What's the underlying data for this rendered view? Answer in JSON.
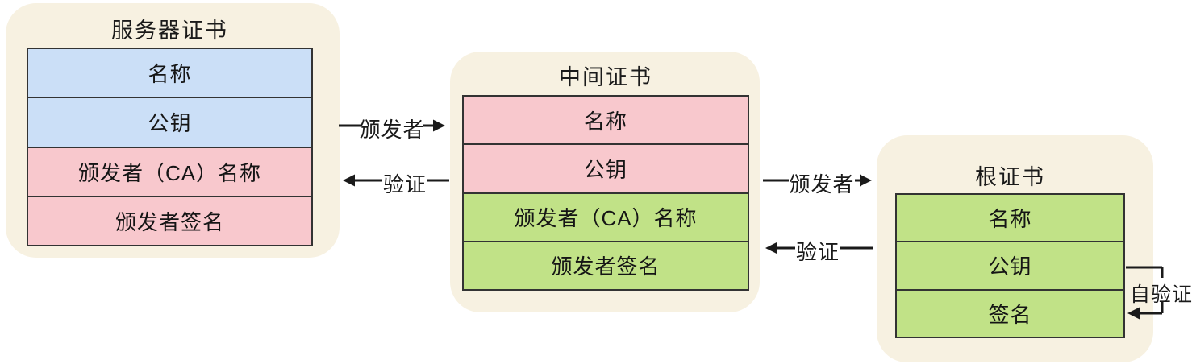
{
  "palette": {
    "page_bg": "#ffffff",
    "card_bg": "#f7f1e1",
    "blue": "#cbdff7",
    "pink": "#f8c8cd",
    "green": "#c1e287",
    "border": "#333333",
    "line": "#1a1a1a",
    "text": "#1a1a1a"
  },
  "cards": {
    "server": {
      "title": "服务器证书",
      "rows": [
        {
          "label": "名称",
          "color": "blue"
        },
        {
          "label": "公钥",
          "color": "blue"
        },
        {
          "label": "颁发者（CA）名称",
          "color": "pink"
        },
        {
          "label": "颁发者签名",
          "color": "pink"
        }
      ]
    },
    "intermediate": {
      "title": "中间证书",
      "rows": [
        {
          "label": "名称",
          "color": "pink"
        },
        {
          "label": "公钥",
          "color": "pink"
        },
        {
          "label": "颁发者（CA）名称",
          "color": "green"
        },
        {
          "label": "颁发者签名",
          "color": "green"
        }
      ]
    },
    "root": {
      "title": "根证书",
      "rows": [
        {
          "label": "名称",
          "color": "green"
        },
        {
          "label": "公钥",
          "color": "green"
        },
        {
          "label": "签名",
          "color": "green"
        }
      ]
    }
  },
  "connectors": {
    "issuer_left": {
      "label": "颁发者"
    },
    "verify_left": {
      "label": "验证"
    },
    "issuer_right": {
      "label": "颁发者"
    },
    "verify_right": {
      "label": "验证"
    },
    "self_verify": {
      "label": "自验证"
    }
  }
}
